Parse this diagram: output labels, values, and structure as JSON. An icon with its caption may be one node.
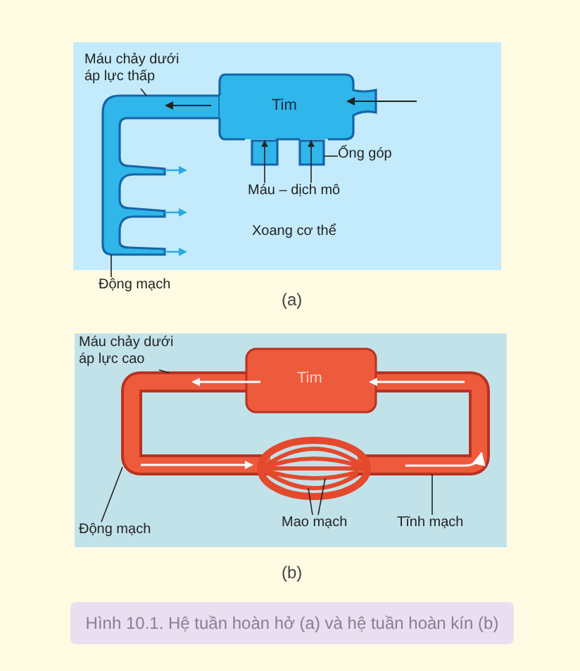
{
  "diagram": {
    "caption": "Hình 10.1. Hệ tuần hoàn hở (a) và hệ tuần hoàn kín (b)",
    "nodes": [
      {
        "text": [
          "Máu chảy dưới áp lực thấp"
        ]
      },
      {
        "text": [
          "Tim"
        ]
      },
      {
        "text": [],
        "shape": "tube"
      },
      {
        "text": [
          "Ống góp"
        ]
      },
      {
        "text": [],
        "shape": "tube"
      },
      {
        "text": [],
        "shape": "tube"
      },
      {
        "text": [
          "Máu – dịch mô"
        ]
      },
      {
        "text": [
          "Động mạch"
        ]
      },
      {
        "text": [
          "Máu chảy dưới áp lực cao"
        ]
      },
      {
        "text": [
          "Tim"
        ]
      },
      {
        "text": [],
        "shape": "tube"
      },
      {
        "text": [],
        "shape": "tube"
      },
      {
        "text": [],
        "shape": "tube"
      },
      {
        "text": [
          "Động mạch"
        ]
      },
      {
        "text": [
          "Mao mạch"
        ]
      },
      {
        "text": [
          "Tĩnh mạch"
        ]
      },
      {
        "text": [],
        "shape": "tube"
      }
    ],
    "edges": [
      {
        "from": 0,
        "to": 2,
        "arrow": "none"
      },
      {
        "from": 3,
        "to": 5,
        "arrow": "none"
      },
      {
        "from": 6,
        "to": 4,
        "arrow": "to"
      },
      {
        "from": 6,
        "to": 5,
        "arrow": "to"
      },
      {
        "from": 7,
        "to": 2,
        "arrow": "none"
      },
      {
        "from": 8,
        "to": 10,
        "arrow": "none"
      },
      {
        "from": 13,
        "to": 10,
        "arrow": "none"
      },
      {
        "from": 14,
        "to": 11,
        "arrow": "none"
      },
      {
        "from": 14,
        "to": 12,
        "arrow": "none"
      },
      {
        "from": 15,
        "to": 16,
        "arrow": "none"
      }
    ],
    "labels": [
      "Xoang cơ thể",
      "(a)",
      "(b)"
    ]
  }
}
